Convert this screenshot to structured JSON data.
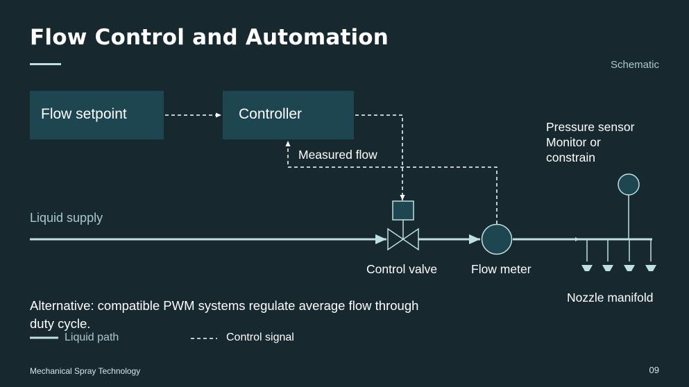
{
  "slide": {
    "title": "Flow Control and Automation",
    "tag": "Schematic",
    "footer_left": "Mechanical Spray Technology",
    "page_number": "09"
  },
  "diagram": {
    "setpoint_label": "Flow setpoint",
    "controller_label": "Controller",
    "measured_flow_label": "Measured flow",
    "pressure_sensor_label": "Pressure sensor",
    "pressure_sensor_note_1": "Monitor or",
    "pressure_sensor_note_2": "constrain",
    "liquid_supply_label": "Liquid supply",
    "control_valve_label": "Control valve",
    "flow_meter_label": "Flow meter",
    "nozzle_manifold_label": "Nozzle manifold"
  },
  "note": {
    "line_1": "Alternative: compatible PWM systems regulate average flow through",
    "line_2": "duty cycle."
  },
  "legend": {
    "liquid_path": "Liquid path",
    "control_signal": "Control signal"
  },
  "colors": {
    "background": "#17292f",
    "box_fill": "#1d4651",
    "liquid_line": "#bfe0e2",
    "signal_line": "#ffffff",
    "muted_text": "#a9c9cc"
  }
}
